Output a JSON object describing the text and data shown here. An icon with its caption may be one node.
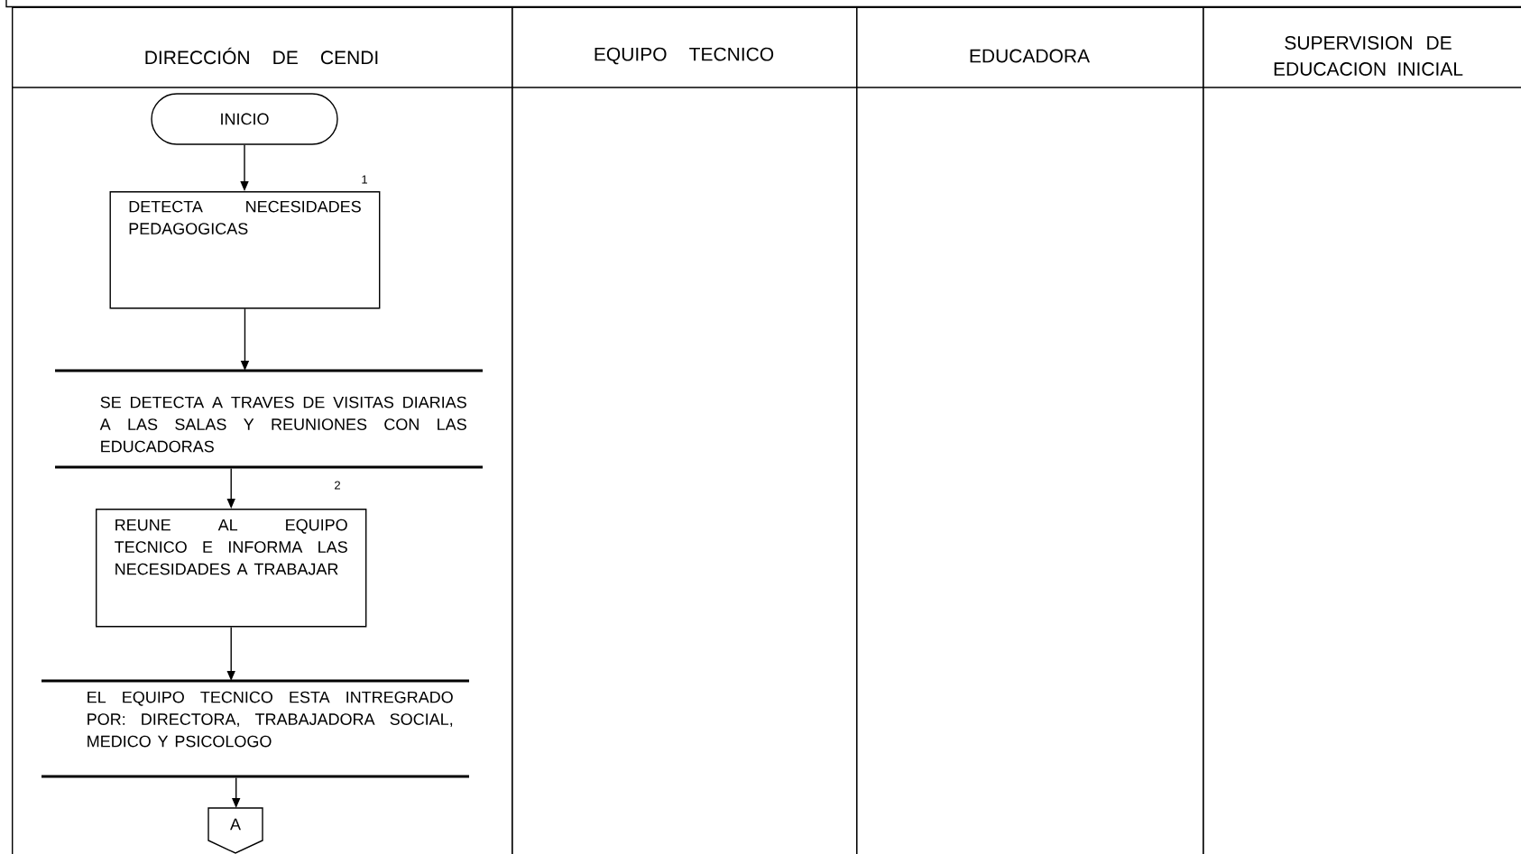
{
  "diagram": {
    "nodes": [
      {
        "text": [
          "DIRECCIÓN DE CENDI"
        ]
      },
      {
        "text": [
          "EQUIPO TECNICO"
        ]
      },
      {
        "text": [
          "EDUCADORA"
        ]
      },
      {
        "text": [
          "SUPERVISION DE EDUCACION INICIAL"
        ]
      },
      {
        "text": [
          "INICIO"
        ],
        "in": 0
      },
      {
        "text": [
          "DETECTA NECESIDADES PEDAGOGICAS"
        ],
        "beside": [
          "1"
        ],
        "in": 0
      },
      {
        "text": [
          "SE DETECTA A TRAVES DE VISITAS DIARIAS A LAS SALAS Y REUNIONES CON LAS EDUCADORAS"
        ],
        "in": 0
      },
      {
        "text": [
          "REUNE AL EQUIPO TECNICO E INFORMA LAS NECESIDADES A TRABAJAR"
        ],
        "in": 0
      },
      {
        "text": [
          "EL EQUIPO TECNICO ESTA INTREGRADO POR: DIRECTORA, TRABAJADORA SOCIAL, MEDICO Y PSICOLOGO"
        ],
        "in": 0
      },
      {
        "text": [
          "A"
        ],
        "in": 0
      }
    ],
    "edges": [
      {
        "from": 4,
        "to": 5,
        "arrow": "to"
      },
      {
        "from": 5,
        "to": 6,
        "arrow": "to"
      },
      {
        "from": 6,
        "to": 7,
        "arrow": "to"
      },
      {
        "from": 7,
        "to": 8,
        "arrow": "to"
      },
      {
        "from": 8,
        "to": 9,
        "arrow": "to"
      }
    ],
    "labels": [
      "2"
    ]
  }
}
